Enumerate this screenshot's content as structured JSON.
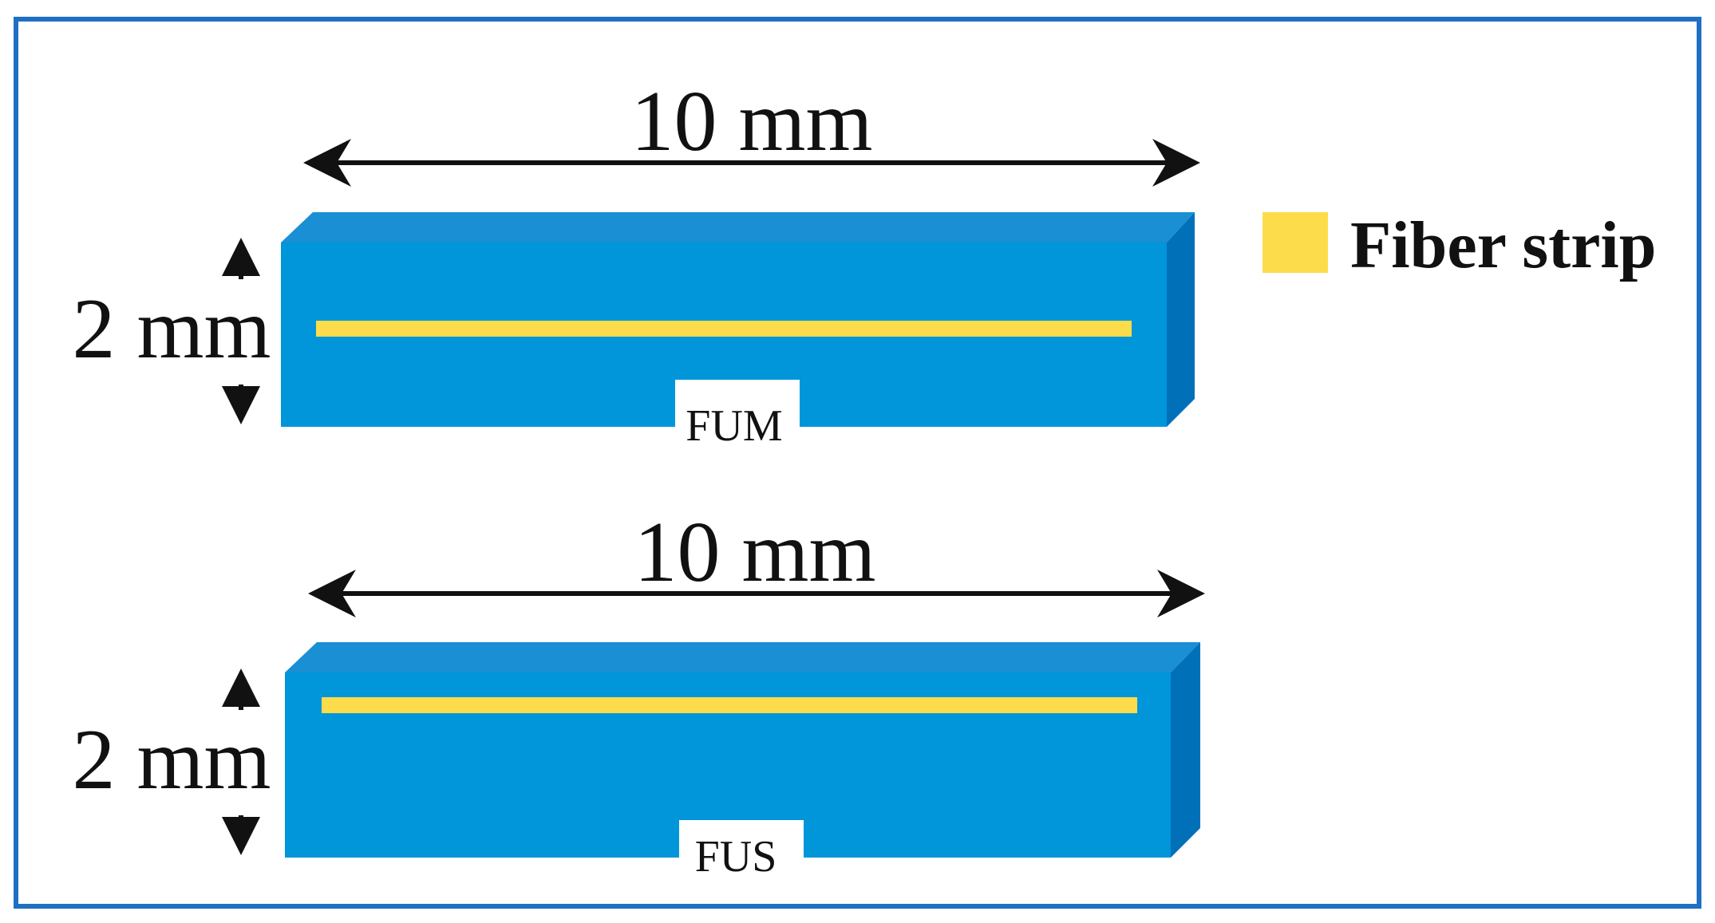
{
  "colors": {
    "frame_border": "#1f6fc4",
    "block_front": "#0096d9",
    "block_top": "#1a8fd4",
    "block_side": "#0070b8",
    "fiber_strip": "#fddc4b",
    "text": "#111111",
    "label_box": "#ffffff"
  },
  "legend": {
    "fiber_strip_label": "Fiber strip"
  },
  "specimens": [
    {
      "tag": "FUM",
      "length_label": "10 mm",
      "height_label": "2 mm",
      "strip_position": "middle"
    },
    {
      "tag": "FUS",
      "length_label": "10 mm",
      "height_label": "2 mm",
      "strip_position": "top"
    }
  ]
}
